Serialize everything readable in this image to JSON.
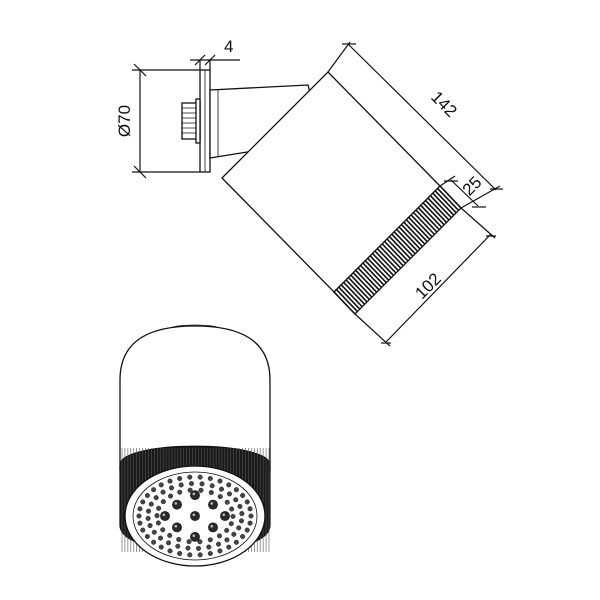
{
  "dimensions": {
    "flange_thickness": "4",
    "flange_diameter": "Ø70",
    "body_length": "142",
    "ring_width": "25",
    "body_diameter": "102"
  },
  "colors": {
    "line": "#111111",
    "knurl": "#1a1a1a",
    "background": "#ffffff"
  }
}
